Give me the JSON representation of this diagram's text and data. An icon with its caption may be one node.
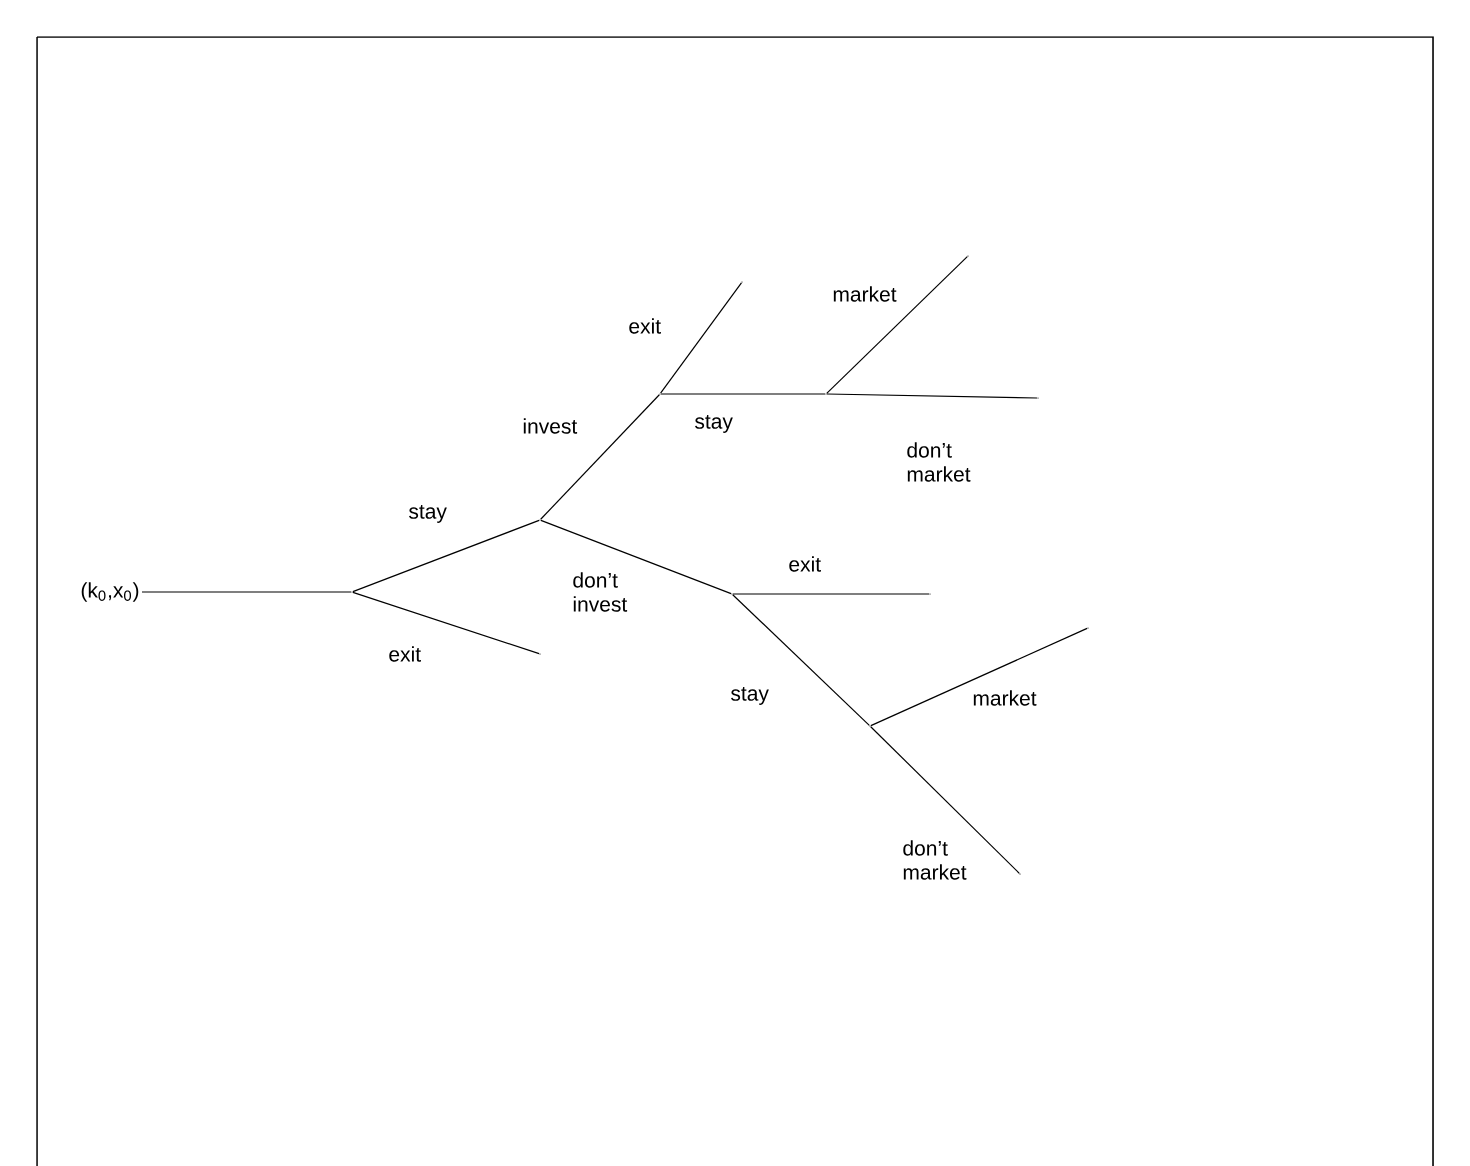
{
  "diagram": {
    "nodes": [
      {
        "text": [
          "(k$_{0}$,x$_{0}$)"
        ]
      },
      {
        "text": [],
        "shape": "point"
      },
      {
        "text": [],
        "shape": "point"
      },
      {
        "text": [],
        "shape": "point"
      },
      {
        "text": [],
        "shape": "point"
      },
      {
        "text": [],
        "shape": "point"
      },
      {
        "text": [],
        "shape": "point"
      },
      {
        "text": [],
        "shape": "point"
      },
      {
        "text": [],
        "shape": "point"
      },
      {
        "text": [],
        "shape": "point"
      },
      {
        "text": [],
        "shape": "point"
      },
      {
        "text": [],
        "shape": "point"
      },
      {
        "text": [],
        "shape": "point"
      },
      {
        "text": [],
        "shape": "point"
      }
    ],
    "edges": [
      {
        "from": 0,
        "to": 1,
        "arrow": "none"
      },
      {
        "from": 1,
        "to": 2,
        "arrow": "none",
        "label": "stay"
      },
      {
        "from": 1,
        "to": 3,
        "arrow": "none",
        "label": "exit"
      },
      {
        "from": 2,
        "to": 4,
        "arrow": "none",
        "label": "invest"
      },
      {
        "from": 4,
        "to": 5,
        "arrow": "none",
        "label": "exit"
      },
      {
        "from": 4,
        "to": 6,
        "arrow": "none",
        "label": "stay"
      },
      {
        "from": 6,
        "to": 7,
        "arrow": "none",
        "label": "market"
      },
      {
        "from": 6,
        "to": 8,
        "arrow": "none",
        "label": "don’t market"
      },
      {
        "from": 2,
        "to": 9,
        "arrow": "none",
        "label": "don’t invest"
      },
      {
        "from": 9,
        "to": 10,
        "arrow": "none",
        "label": "exit"
      },
      {
        "from": 9,
        "to": 11,
        "arrow": "none",
        "label": "stay"
      },
      {
        "from": 11,
        "to": 12,
        "arrow": "none",
        "label": "market"
      },
      {
        "from": 11,
        "to": 13,
        "arrow": "none",
        "label": "don’t market"
      }
    ]
  }
}
